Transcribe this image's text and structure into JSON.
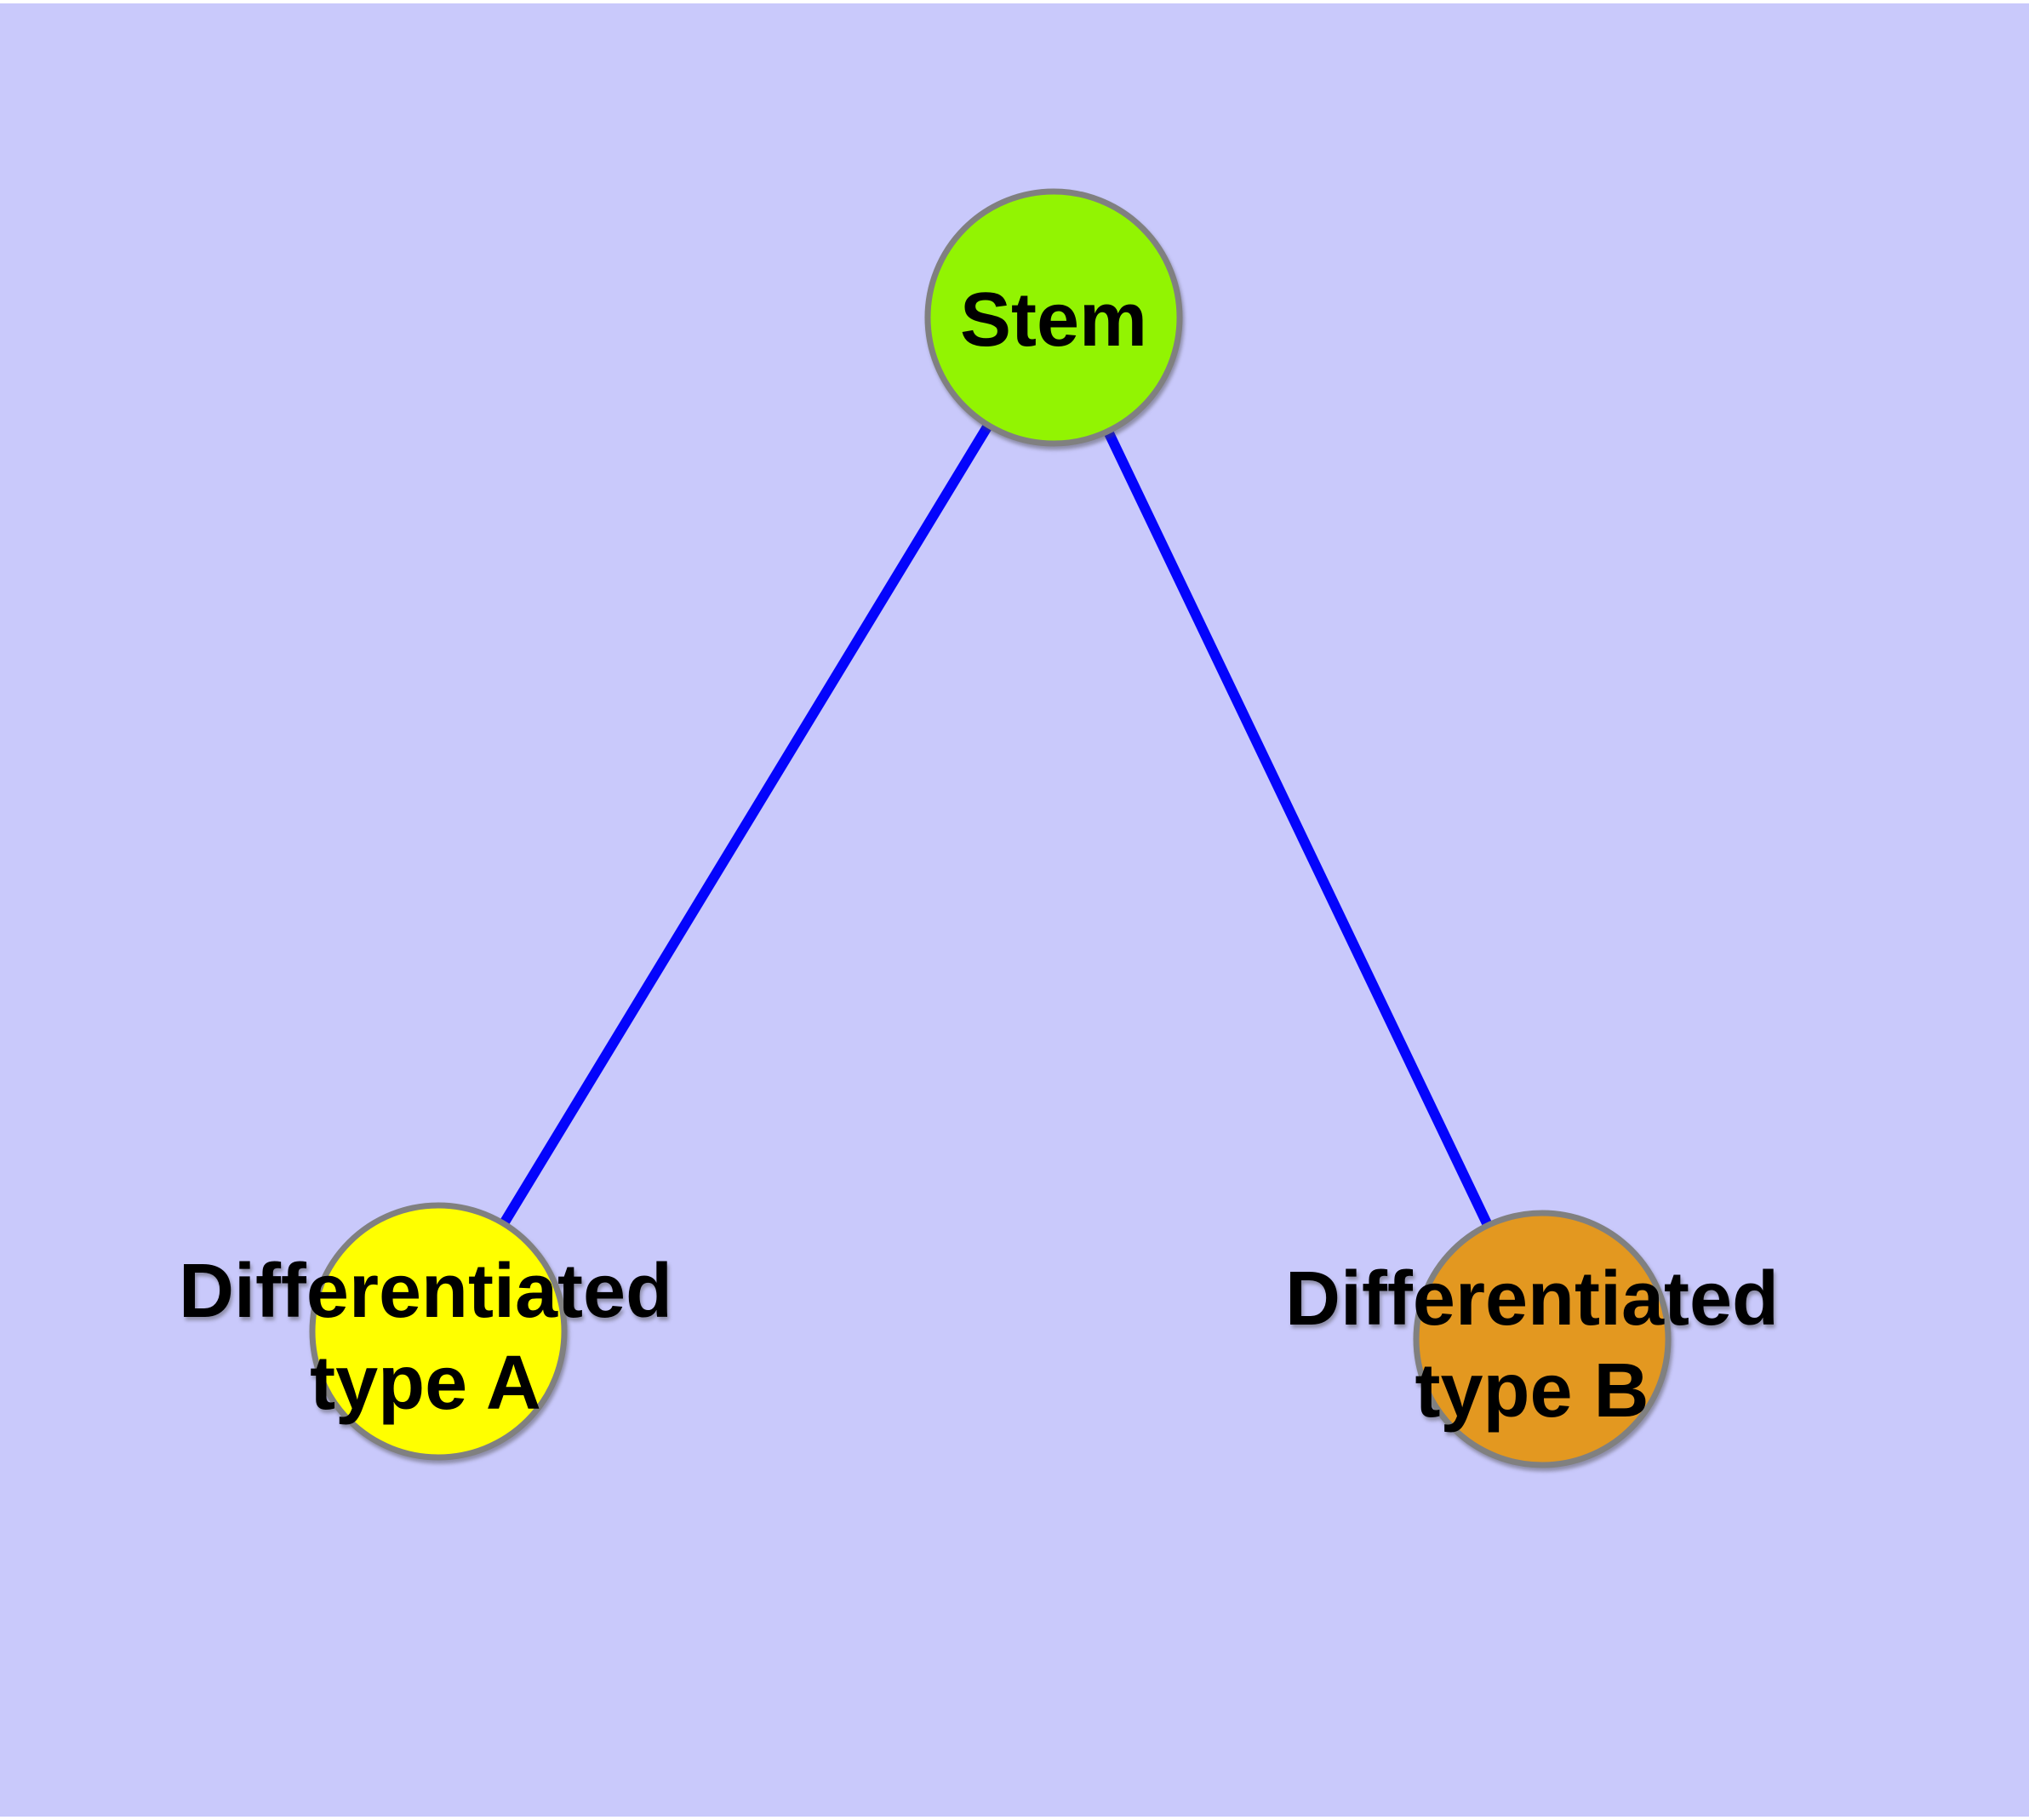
{
  "canvas": {
    "background": "#C9C9FB",
    "page_background": "#FFFFFF"
  },
  "node_style": {
    "border_color": "#808080",
    "label_color": "#000000"
  },
  "edge_style": {
    "color": "#0404FC"
  },
  "nodes": {
    "stem": {
      "label": "Stem",
      "color": "#92F402"
    },
    "diff_a": {
      "label": "Differentiated type A",
      "line1": "Differentiated",
      "line2": "type A",
      "color": "#FFFF00"
    },
    "diff_b": {
      "label": "Differentiated type B",
      "line1": "Differentiated",
      "line2": "type B",
      "color": "#E39820"
    }
  },
  "edges": [
    {
      "from": "Stem",
      "to": "Differentiated type A"
    },
    {
      "from": "Stem",
      "to": "Differentiated type B"
    }
  ]
}
